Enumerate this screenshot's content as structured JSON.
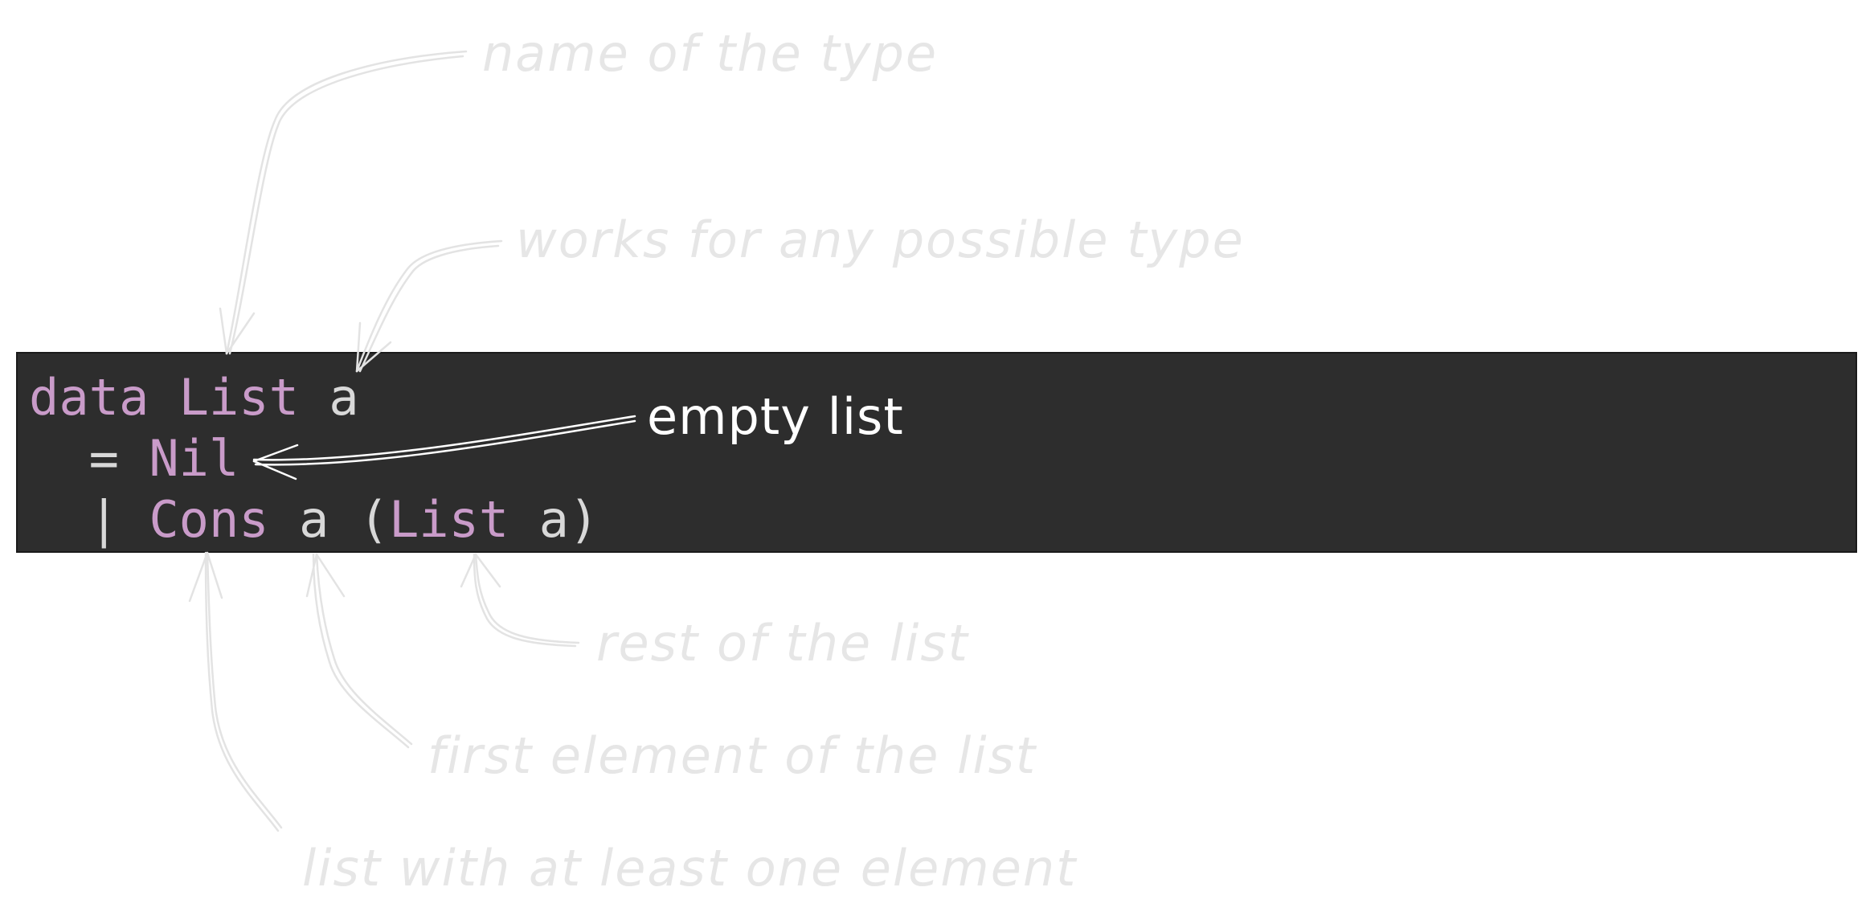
{
  "code": {
    "line1": {
      "keyword": "data",
      "type_name": "List",
      "type_var": "a"
    },
    "line2": {
      "operator": "=",
      "constructor": "Nil"
    },
    "line3": {
      "operator": "|",
      "constructor": "Cons",
      "field_var": "a",
      "open_paren": "(",
      "nested_type": "List",
      "nested_var": "a",
      "close_paren": ")"
    }
  },
  "annotations": {
    "type_name": "name of the type",
    "type_variable": "works for any possible type",
    "empty_list": "empty list",
    "rest_of_list": "rest of the list",
    "first_element": "first element of the list",
    "non_empty_list": "list with at least one element"
  },
  "colors": {
    "code_background": "#2d2d2d",
    "keyword": "#c99bc9",
    "plain_code": "#d8d8d8",
    "faded_annotation": "#e6e6e6",
    "highlighted_annotation": "#ffffff"
  }
}
